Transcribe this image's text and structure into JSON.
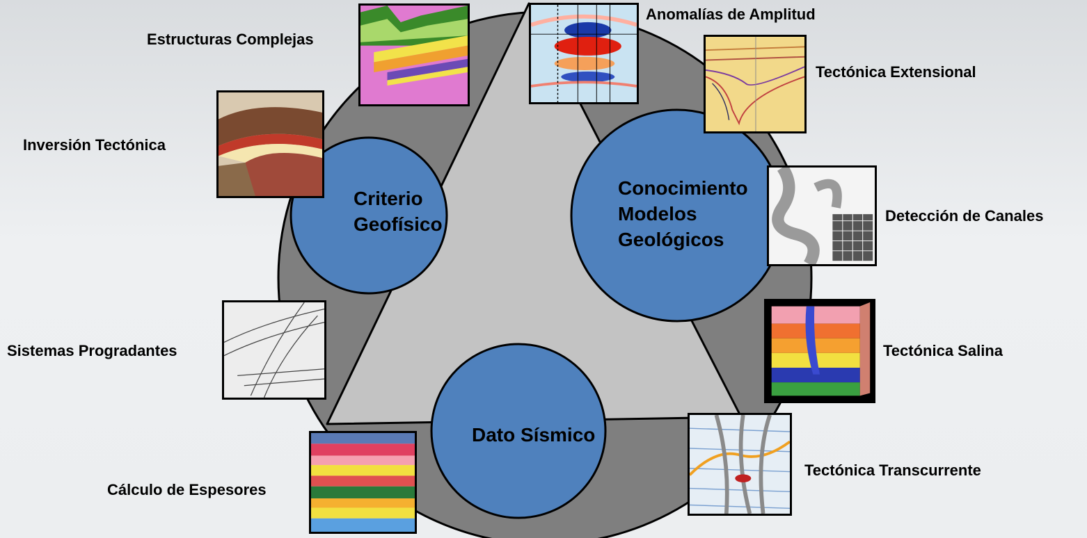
{
  "center": {
    "circle_top": [
      "Criterio",
      "Geofísico"
    ],
    "circle_right": [
      "Conocimiento",
      "Modelos",
      "Geológicos"
    ],
    "circle_bottom": "Dato Sísmico"
  },
  "labels": {
    "estructuras": "Estructuras Complejas",
    "anomalias": "Anomalías de Amplitud",
    "extensional": "Tectónica Extensional",
    "inversion": "Inversión Tectónica",
    "canales": "Detección de Canales",
    "salina": "Tectónica Salina",
    "progradantes": "Sistemas Progradantes",
    "transcurrente": "Tectónica Transcurrente",
    "espesores": "Cálculo de Espesores"
  },
  "colors": {
    "ring": "#808080",
    "triangle": "#c3c3c3",
    "circle_fill": "#4f81bd"
  }
}
